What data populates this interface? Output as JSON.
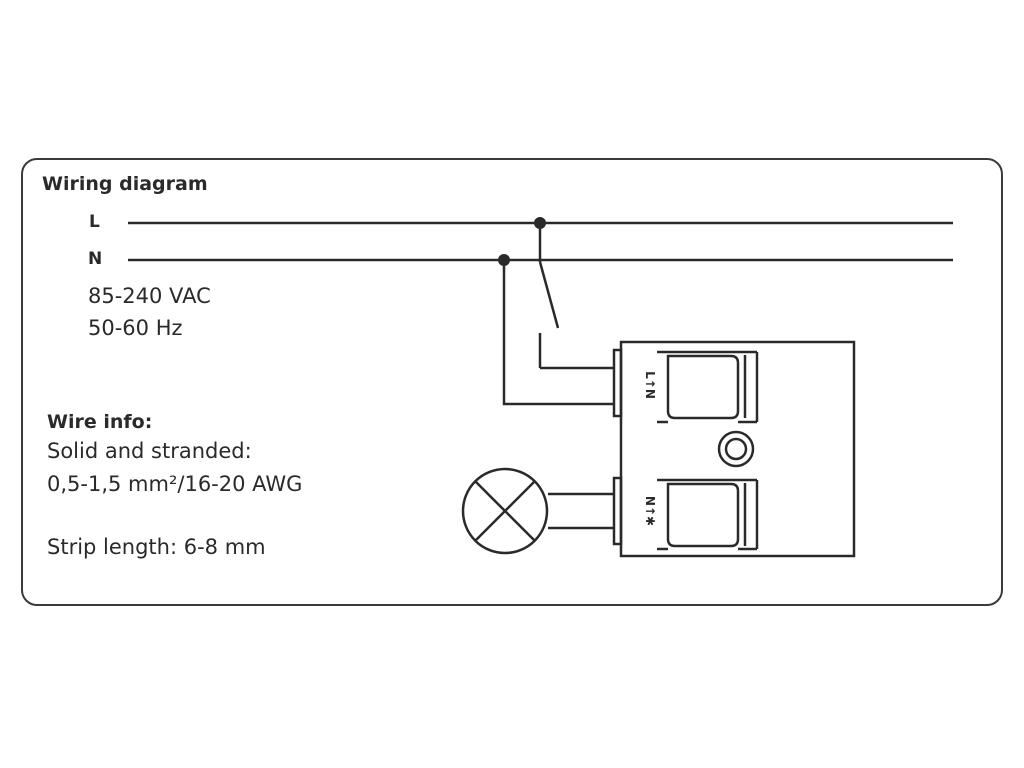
{
  "diagram": {
    "title": "Wiring diagram",
    "lines": {
      "live": "L",
      "neutral": "N"
    },
    "supply": {
      "voltage": "85-240 VAC",
      "frequency": "50-60 Hz"
    },
    "wire_info": {
      "title": "Wire info:",
      "type": "Solid and stranded:",
      "size": "0,5-1,5 mm²/16-20 AWG",
      "strip_length": "Strip length: 6-8 mm"
    },
    "device": {
      "terminal_1": "L↑N",
      "terminal_2": "N↑✱"
    },
    "colors": {
      "line": "#2a2a2a",
      "border": "#3a3a3a",
      "background": "#ffffff"
    },
    "components": [
      "switch-icon",
      "lamp-icon",
      "relay-module",
      "button-icon"
    ]
  }
}
